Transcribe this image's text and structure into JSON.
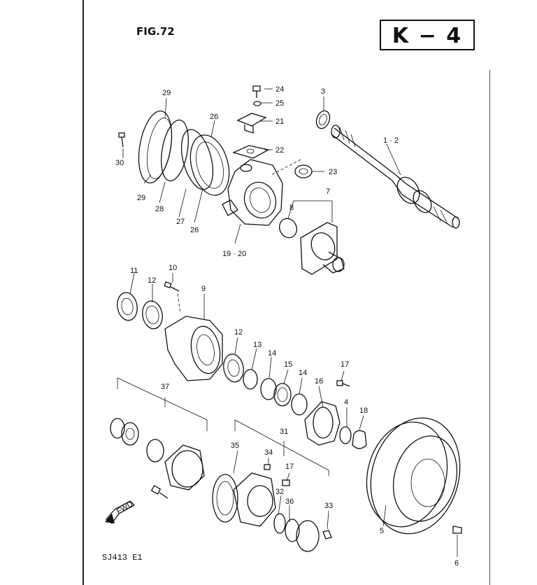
{
  "figure": "FIG.72",
  "section_code": "K − 4",
  "model_code": "SJ413 E1",
  "fwd_arrow": "FWD",
  "callouts": {
    "c1_2": "1 · 2",
    "c3": "3",
    "c4": "4",
    "c5": "5",
    "c6": "6",
    "c7": "7",
    "c8": "8",
    "c9": "9",
    "c10": "10",
    "c11": "11",
    "c12a": "12",
    "c12b": "12",
    "c13": "13",
    "c14a": "14",
    "c14b": "14",
    "c15": "15",
    "c16": "16",
    "c17a": "17",
    "c17b": "17",
    "c18": "18",
    "c19_20": "19 · 20",
    "c21": "21",
    "c22": "22",
    "c23": "23",
    "c24": "24",
    "c25": "25",
    "c26a": "26",
    "c26b": "26",
    "c27": "27",
    "c28": "28",
    "c29a": "29",
    "c29b": "29",
    "c30": "30",
    "c31": "31",
    "c32": "32",
    "c33": "33",
    "c34": "34",
    "c35": "35",
    "c36": "36",
    "c37": "37"
  }
}
